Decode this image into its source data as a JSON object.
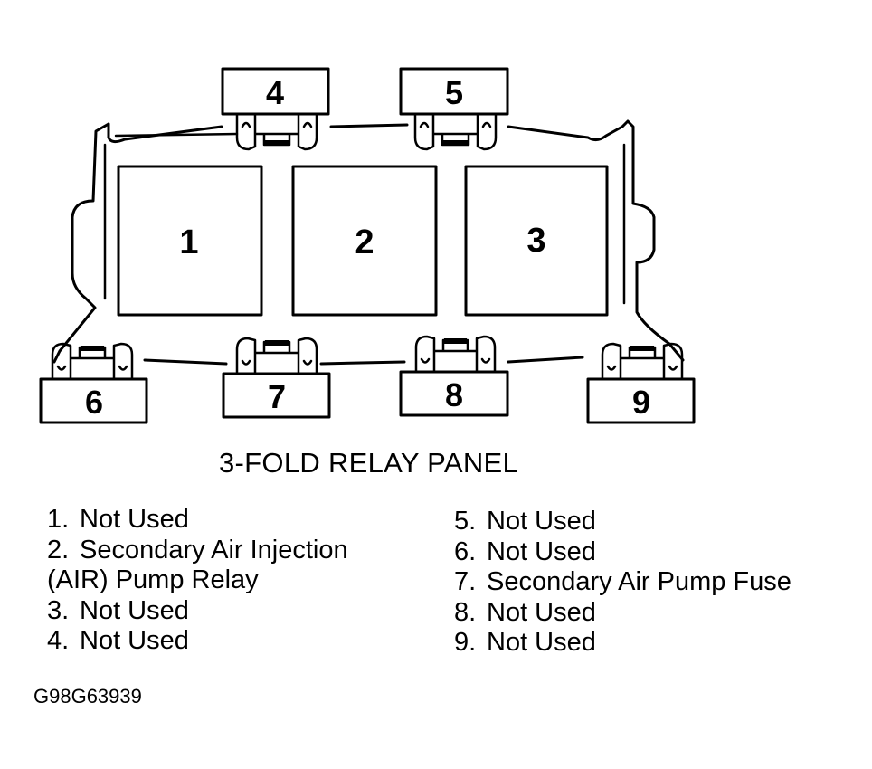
{
  "diagram": {
    "relays": [
      {
        "id": "relay-1",
        "label": "1"
      },
      {
        "id": "relay-2",
        "label": "2"
      },
      {
        "id": "relay-3",
        "label": "3"
      }
    ],
    "fuses_top": [
      {
        "id": "fuse-4",
        "label": "4"
      },
      {
        "id": "fuse-5",
        "label": "5"
      }
    ],
    "fuses_bottom": [
      {
        "id": "fuse-6",
        "label": "6"
      },
      {
        "id": "fuse-7",
        "label": "7"
      },
      {
        "id": "fuse-8",
        "label": "8"
      },
      {
        "id": "fuse-9",
        "label": "9"
      }
    ]
  },
  "caption": "3-FOLD RELAY PANEL",
  "legend": {
    "left": [
      {
        "num": "1.",
        "text": "Not Used"
      },
      {
        "num": "2.",
        "text": "Secondary Air Injection",
        "cont": "(AIR) Pump Relay"
      },
      {
        "num": "3.",
        "text": "Not Used"
      },
      {
        "num": "4.",
        "text": "Not Used"
      }
    ],
    "right": [
      {
        "num": "5.",
        "text": "Not Used"
      },
      {
        "num": "6.",
        "text": "Not Used"
      },
      {
        "num": "7.",
        "text": "Secondary Air Pump Fuse"
      },
      {
        "num": "8.",
        "text": "Not Used"
      },
      {
        "num": "9.",
        "text": "Not Used"
      }
    ]
  },
  "figure_code": "G98G63939"
}
